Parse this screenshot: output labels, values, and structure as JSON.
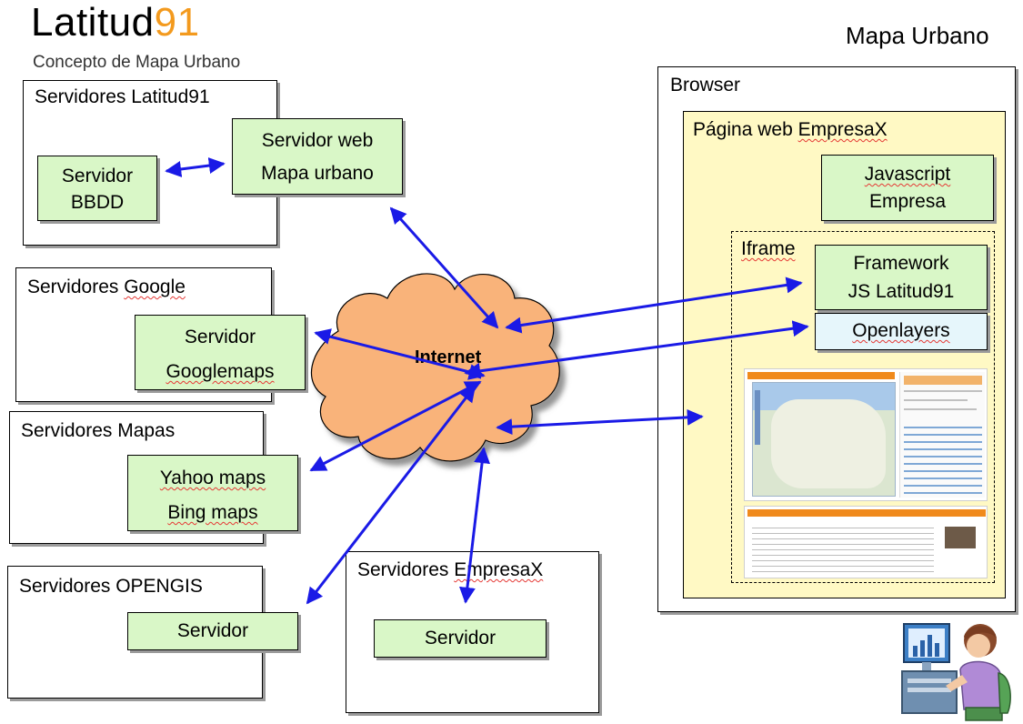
{
  "header": {
    "logo_main": "Latitud",
    "logo_accent": "91",
    "subtitle": "Concepto de Mapa Urbano",
    "diagram_title": "Mapa Urbano"
  },
  "groups": {
    "latitud91": {
      "title": "Servidores Latitud91",
      "bbdd_line1": "Servidor",
      "bbdd_line2": "BBDD",
      "web_line1": "Servidor web",
      "web_line2": "Mapa urbano"
    },
    "google": {
      "title_plain": "Servidores ",
      "title_marked": "Google",
      "node_line1": "Servidor",
      "node_line2": "Googlemaps"
    },
    "mapas": {
      "title": "Servidores Mapas",
      "node_line1": "Yahoo maps",
      "node_line2": "Bing maps"
    },
    "opengis": {
      "title": "Servidores OPENGIS",
      "node": "Servidor"
    },
    "empresax": {
      "title_plain": "Servidores ",
      "title_marked": "EmpresaX",
      "node": "Servidor"
    }
  },
  "cloud": {
    "label": "Internet",
    "color": "#f9b37a"
  },
  "browser": {
    "title": "Browser",
    "page_title_plain": "Página web ",
    "page_title_marked": "EmpresaX",
    "js_line1": "Javascript",
    "js_line2": "Empresa",
    "iframe_label": "Iframe",
    "framework_line1": "Framework",
    "framework_line2": "JS Latitud91",
    "openlayers": "Openlayers"
  },
  "colors": {
    "arrow": "#1a1ae6",
    "node_fill": "#d9f7c7",
    "page_fill": "#fff9c4",
    "openlayers_fill": "#e6f6fb",
    "accent": "#f39a1e"
  }
}
